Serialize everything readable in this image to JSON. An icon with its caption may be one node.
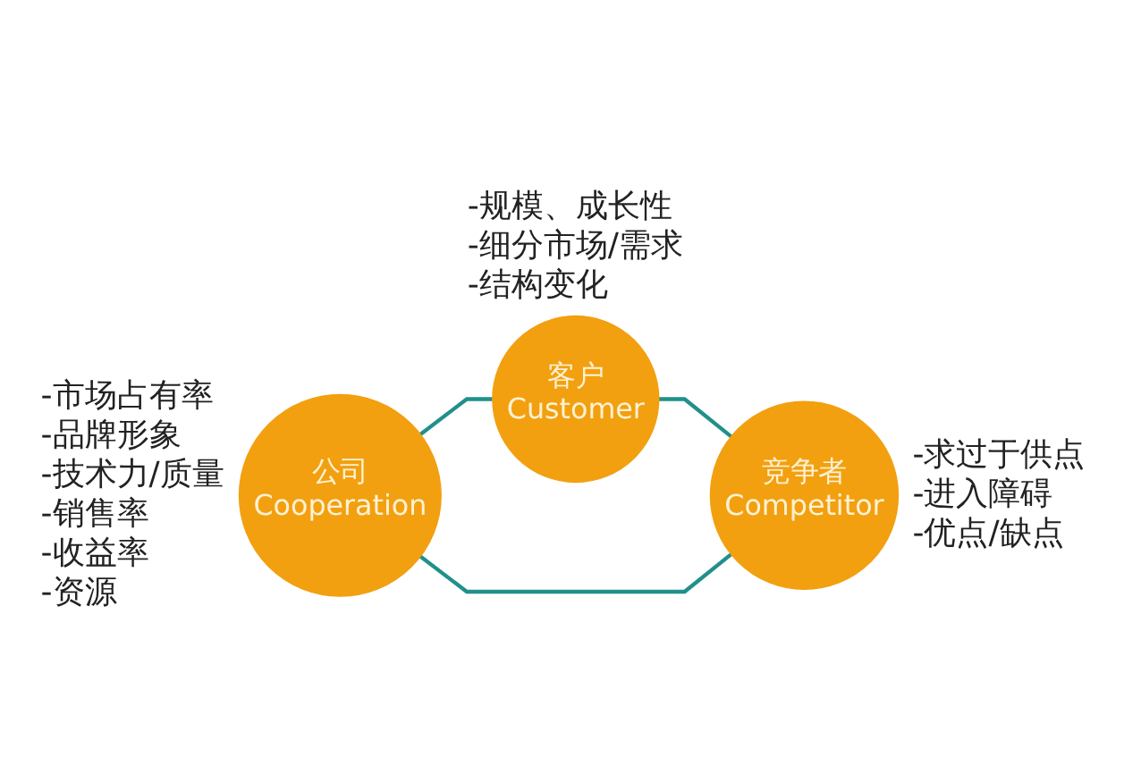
{
  "diagram": {
    "nodes": [
      {
        "text": [
          "客户",
          "Customer"
        ],
        "beside": [
          "-规模、成长性",
          "-细分市场/需求",
          "-结构变化"
        ]
      },
      {
        "text": [
          "公司",
          "Cooperation"
        ],
        "beside": [
          "-市场占有率",
          "-品牌形象",
          "-技术力/质量",
          "-销售率",
          "-收益率",
          "-资源"
        ]
      },
      {
        "text": [
          "竞争者",
          "Competitor"
        ],
        "beside": [
          "-求过于供点",
          "-进入障碍",
          "-优点/缺点"
        ]
      }
    ],
    "edges": [
      {
        "from": 1,
        "to": 0,
        "arrow": "none"
      },
      {
        "from": 0,
        "to": 2,
        "arrow": "none"
      },
      {
        "from": 1,
        "to": 2,
        "arrow": "none"
      }
    ]
  }
}
